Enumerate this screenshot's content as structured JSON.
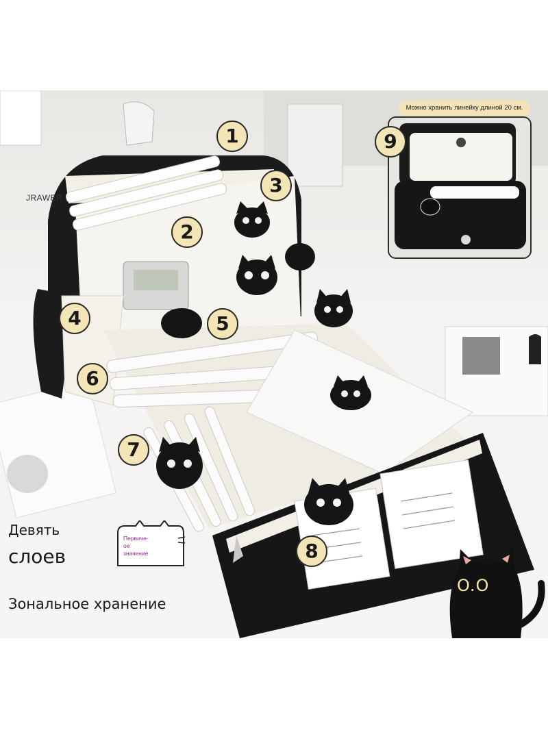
{
  "brand": "JRAWER",
  "markers": [
    "1",
    "2",
    "3",
    "4",
    "5",
    "6",
    "7",
    "8",
    "9"
  ],
  "inset_note": "Можно хранить линейку длиной 20 см.",
  "captions": {
    "line1": "Девять",
    "line2": "слоев",
    "line3": "Зональное хранение"
  },
  "badge_text": [
    "Первичн-",
    "ое",
    "значение"
  ],
  "cat_eyes": "O.O",
  "colors": {
    "marker_fill": "#f4e5b7",
    "case_black": "#1b1b1b",
    "case_cream": "#f2efe6",
    "badge_text": "#8e2a8e"
  },
  "icons": [
    "black-cat-charm-icon",
    "zipper-pull-icon",
    "snap-button-icon"
  ]
}
